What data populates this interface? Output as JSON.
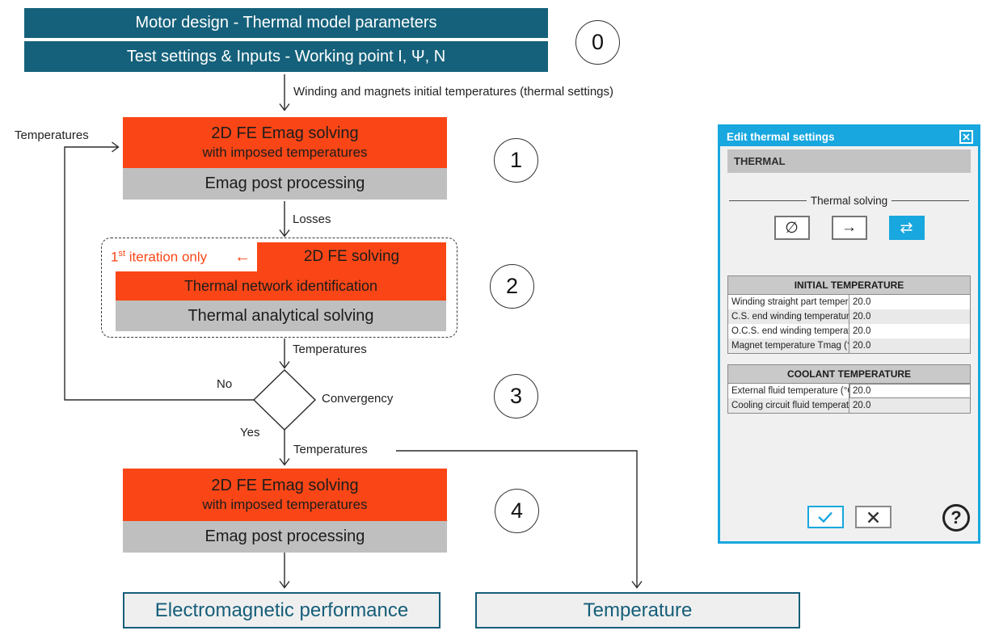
{
  "colors": {
    "teal": "#15617b",
    "orange": "#fa4616",
    "graybox": "#bfbfbf",
    "cyan": "#18a7df",
    "result": "#155e79"
  },
  "flow": {
    "box_motor": "Motor design - Thermal model parameters",
    "box_test": "Test settings & Inputs - Working point I, Ψ, N",
    "badge_0": "0",
    "badge_1": "1",
    "badge_2": "2",
    "badge_3": "3",
    "badge_4": "4",
    "label_initial_temps": "Winding and magnets initial temperatures (thermal settings)",
    "label_feedback": "Temperatures",
    "stage1": {
      "line1": "2D FE Emag solving",
      "line2": "with imposed temperatures",
      "post": "Emag post processing"
    },
    "label_losses": "Losses",
    "iteration_note": {
      "num": "1",
      "sup": "st",
      "rest": " iteration only",
      "arrow": "←"
    },
    "stage2": {
      "row1": "2D FE solving",
      "row2": "Thermal network identification",
      "row3": "Thermal analytical solving"
    },
    "label_temperatures_mid": "Temperatures",
    "decision": {
      "no": "No",
      "label": "Convergency",
      "yes": "Yes"
    },
    "label_temperatures_out": "Temperatures",
    "stage4": {
      "line1": "2D FE Emag solving",
      "line2": "with imposed temperatures",
      "post": "Emag post processing"
    },
    "result_left": "Electromagnetic performance",
    "result_right": "Temperature"
  },
  "dialog": {
    "title": "Edit thermal settings",
    "section_header": "THERMAL",
    "group_label": "Thermal solving",
    "solving_options": [
      {
        "name": "no-thermal-solving",
        "glyph": "∅"
      },
      {
        "name": "one-directional-solving",
        "glyph": "→"
      },
      {
        "name": "bi-directional-solving",
        "glyph": "⇄"
      }
    ],
    "initial_table": {
      "header": "INITIAL TEMPERATURE",
      "rows": [
        {
          "label": "Winding straight part temperature (°C)",
          "value": "20.0"
        },
        {
          "label": "C.S. end winding temperature (°C)",
          "value": "20.0"
        },
        {
          "label": "O.C.S. end winding temperature (°C)",
          "value": "20.0"
        },
        {
          "label": "Magnet temperature Tmag (°C)",
          "value": "20.0"
        }
      ]
    },
    "coolant_table": {
      "header": "COOLANT TEMPERATURE",
      "rows": [
        {
          "label": "External fluid temperature (°C)",
          "value": "20.0"
        },
        {
          "label": "Cooling circuit fluid temperature (°C)",
          "value": "20.0"
        }
      ]
    },
    "help_label": "?"
  }
}
